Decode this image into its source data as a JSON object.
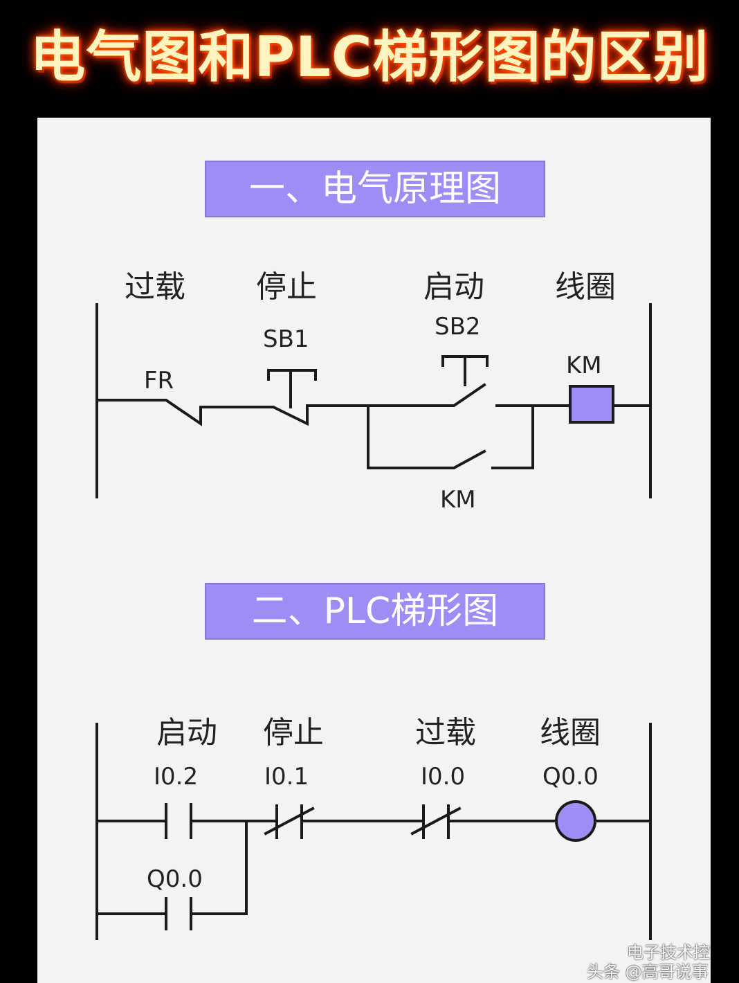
{
  "title": "电气图和PLC梯形图的区别",
  "section1": {
    "heading": "一、电气原理图",
    "labels": {
      "overload": "过载",
      "stop": "停止",
      "start": "启动",
      "coil": "线圈",
      "fr": "FR",
      "sb1": "SB1",
      "sb2": "SB2",
      "km_coil": "KM",
      "km_contact": "KM"
    }
  },
  "section2": {
    "heading": "二、PLC梯形图",
    "labels": {
      "start": "启动",
      "stop": "停止",
      "overload": "过载",
      "coil": "线圈",
      "i02": "I0.2",
      "i01": "I0.1",
      "i00": "I0.0",
      "q00": "Q0.0",
      "q00_contact": "Q0.0"
    }
  },
  "watermark": {
    "line1": "电子技术控",
    "line2": "头条 @高哥说事"
  },
  "colors": {
    "accent": "#9f8df5",
    "line": "#1a1a1a",
    "panel": "#f3f3f3"
  }
}
